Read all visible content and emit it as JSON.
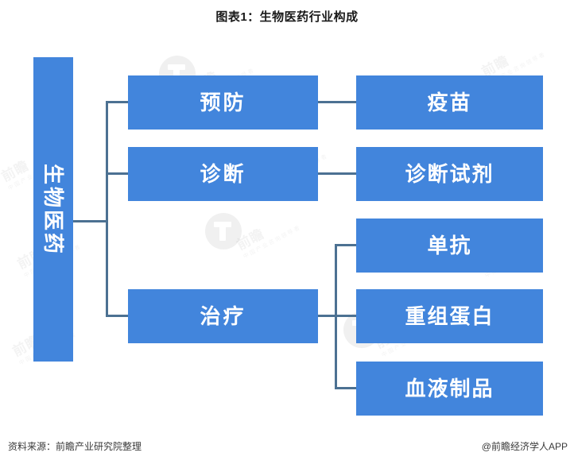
{
  "title": "图表1：生物医药行业构成",
  "colors": {
    "node_fill": "#4285dc",
    "node_text": "#ffffff",
    "connector": "#4c7192",
    "background": "#ffffff",
    "title_text": "#1a1a1a"
  },
  "root": {
    "label": "生物医药"
  },
  "branches": [
    {
      "label": "预防",
      "children": [
        {
          "label": "疫苗"
        }
      ]
    },
    {
      "label": "诊断",
      "children": [
        {
          "label": "诊断试剂"
        }
      ]
    },
    {
      "label": "治疗",
      "children": [
        {
          "label": "单抗"
        },
        {
          "label": "重组蛋白"
        },
        {
          "label": "血液制品"
        }
      ]
    }
  ],
  "nodes": {
    "mid_0": "预防",
    "mid_1": "诊断",
    "mid_2": "治疗",
    "leaf_0": "疫苗",
    "leaf_1": "诊断试剂",
    "leaf_2": "单抗",
    "leaf_3": "重组蛋白",
    "leaf_4": "血液制品"
  },
  "footer": {
    "source": "资料来源：前瞻产业研究院整理",
    "attribution": "@前瞻经济学人APP"
  },
  "watermark": {
    "brand": "前瞻",
    "subtitle": "中国产业咨询领导者"
  }
}
